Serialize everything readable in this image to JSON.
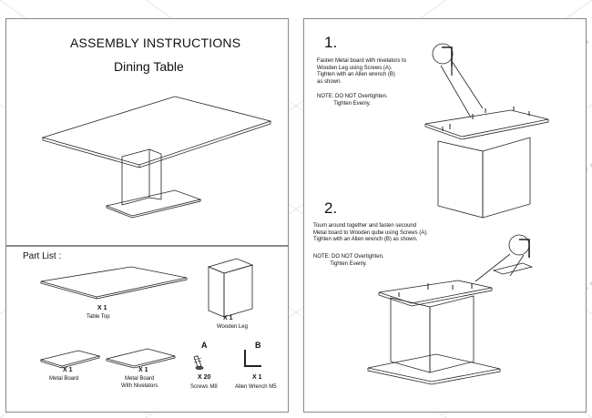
{
  "header": {
    "title": "ASSEMBLY INSTRUCTIONS",
    "subtitle": "Dining Table"
  },
  "part_list": {
    "title": "Part List :",
    "parts": [
      {
        "count": "X 1",
        "name": "Table Top"
      },
      {
        "count": "X 1",
        "name": "Wooden Leg"
      },
      {
        "count": "X 1",
        "name": "Metal Board"
      },
      {
        "count": "X 1",
        "name": "Metal Board\nWith Nivelators"
      },
      {
        "letter": "A",
        "count": "X 20",
        "name": "Screws M8"
      },
      {
        "letter": "B",
        "count": "X 1",
        "name": "Allen Wrench M5"
      }
    ]
  },
  "steps": [
    {
      "number": "1.",
      "text": "Fasten Metal board with nivelators to\nWooden Leg using Screws (A).\nTighten with an Allen wrench (B)\nas shown.",
      "note": "NOTE: DO NOT Overtighten.\n           Tighten Evenly."
    },
    {
      "number": "2.",
      "text": "Tourn around together and fasten secound\nMetal board to Wooden qube using Screws (A).\nTighten with an Allen wrench (B) as shown.",
      "note": "NOTE: DO NOT Overtighten.\n           Tighten Evenly."
    }
  ],
  "watermark": "fiverr.",
  "colors": {
    "line": "#222222",
    "border": "#888888",
    "watermark": "#d9d9d9"
  }
}
